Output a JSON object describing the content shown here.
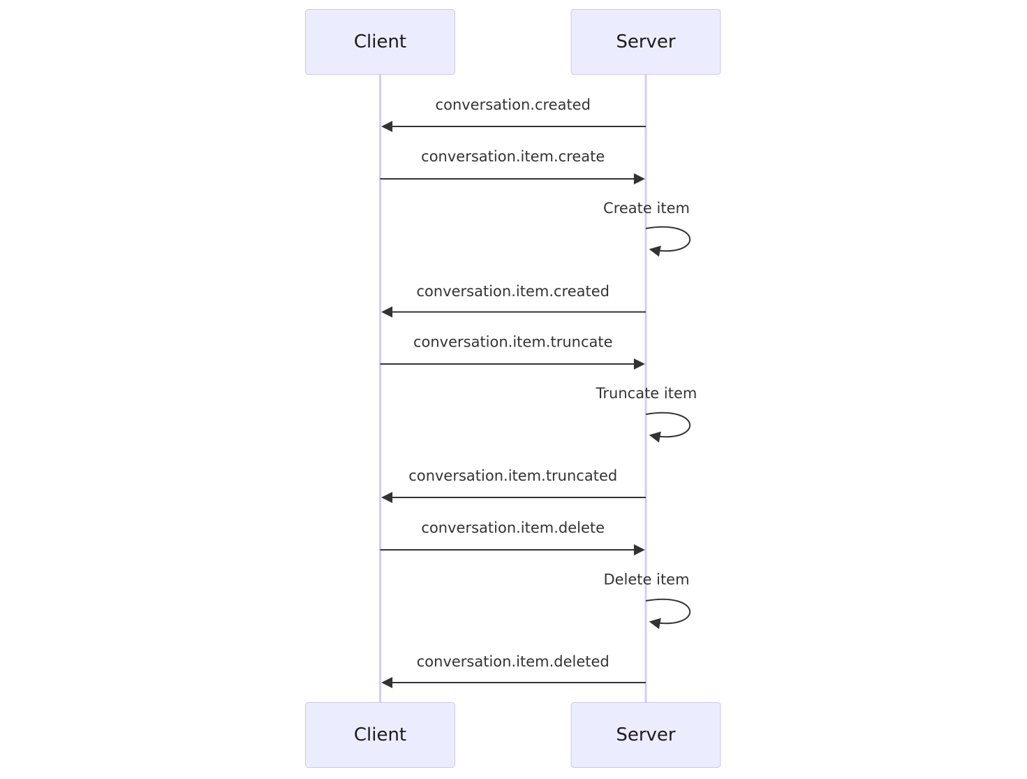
{
  "diagram": {
    "type": "sequence-diagram",
    "background": "#ffffff",
    "colors": {
      "actor_fill": "#ECECFF",
      "actor_border": "#CCC6F0",
      "lifeline": "#D6CCF0",
      "arrow": "#333333",
      "message_text": "#333333",
      "actor_text": "#1a1a1a"
    },
    "actors": [
      {
        "id": "client",
        "label": "Client"
      },
      {
        "id": "server",
        "label": "Server"
      }
    ],
    "messages": [
      {
        "from": "server",
        "to": "client",
        "kind": "solid-arrow",
        "label": "conversation.created"
      },
      {
        "from": "client",
        "to": "server",
        "kind": "solid-arrow",
        "label": "conversation.item.create"
      },
      {
        "from": "server",
        "to": "server",
        "kind": "self-loop",
        "label": "Create item"
      },
      {
        "from": "server",
        "to": "client",
        "kind": "solid-arrow",
        "label": "conversation.item.created"
      },
      {
        "from": "client",
        "to": "server",
        "kind": "solid-arrow",
        "label": "conversation.item.truncate"
      },
      {
        "from": "server",
        "to": "server",
        "kind": "self-loop",
        "label": "Truncate item"
      },
      {
        "from": "server",
        "to": "client",
        "kind": "solid-arrow",
        "label": "conversation.item.truncated"
      },
      {
        "from": "client",
        "to": "server",
        "kind": "solid-arrow",
        "label": "conversation.item.delete"
      },
      {
        "from": "server",
        "to": "server",
        "kind": "self-loop",
        "label": "Delete item"
      },
      {
        "from": "server",
        "to": "client",
        "kind": "solid-arrow",
        "label": "conversation.item.deleted"
      }
    ]
  }
}
